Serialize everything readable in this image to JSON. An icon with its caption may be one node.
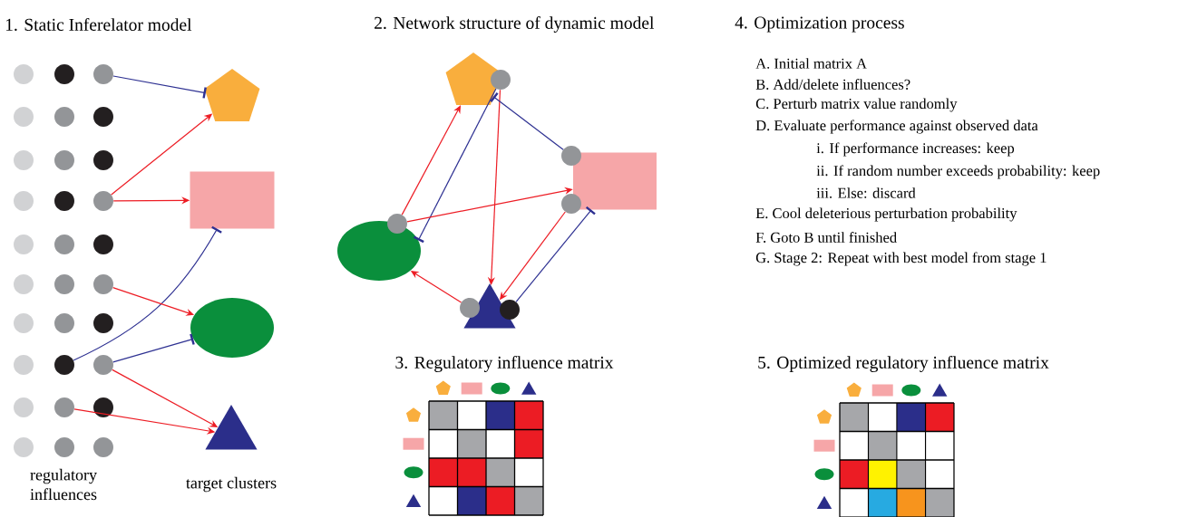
{
  "diagram": {
    "nodes": [
      {
        "text": [],
        "shape": "circle"
      },
      {
        "text": [],
        "shape": "circle"
      },
      {
        "text": [],
        "shape": "circle"
      },
      {
        "text": [],
        "shape": "circle"
      },
      {
        "text": [],
        "shape": "circle"
      },
      {
        "text": [],
        "shape": "circle"
      },
      {
        "text": [],
        "shape": "circle"
      },
      {
        "text": [],
        "shape": "circle"
      },
      {
        "text": [],
        "shape": "circle"
      },
      {
        "text": [],
        "shape": "circle"
      },
      {
        "text": [],
        "shape": "circle"
      },
      {
        "text": [],
        "shape": "circle"
      },
      {
        "text": [],
        "shape": "circle"
      },
      {
        "text": [],
        "shape": "circle"
      },
      {
        "text": [],
        "shape": "circle"
      },
      {
        "text": [],
        "shape": "circle"
      },
      {
        "text": [],
        "shape": "circle"
      },
      {
        "text": [],
        "shape": "circle"
      },
      {
        "text": [],
        "shape": "circle"
      },
      {
        "text": [],
        "shape": "circle"
      },
      {
        "text": [],
        "shape": "circle"
      },
      {
        "text": [],
        "shape": "circle"
      },
      {
        "text": [],
        "shape": "circle"
      },
      {
        "text": [],
        "shape": "circle"
      },
      {
        "text": [],
        "shape": "circle"
      },
      {
        "text": [],
        "shape": "circle"
      },
      {
        "text": [],
        "shape": "circle"
      },
      {
        "text": [],
        "shape": "circle"
      },
      {
        "text": [],
        "shape": "circle"
      },
      {
        "text": [],
        "shape": "circle"
      },
      {
        "text": [],
        "shape": "pentagon"
      },
      {
        "text": [],
        "shape": "box"
      },
      {
        "text": [],
        "shape": "ellipse"
      },
      {
        "text": [],
        "shape": "triangle"
      },
      {
        "text": [],
        "shape": "pentagon"
      },
      {
        "text": [],
        "shape": "circle"
      },
      {
        "text": [],
        "shape": "box"
      },
      {
        "text": [],
        "shape": "circle"
      },
      {
        "text": [],
        "shape": "circle"
      },
      {
        "text": [],
        "shape": "ellipse"
      },
      {
        "text": [],
        "shape": "circle"
      },
      {
        "text": [],
        "shape": "triangle"
      },
      {
        "text": [],
        "shape": "circle"
      },
      {
        "text": [],
        "shape": "circle"
      }
    ],
    "edges": [
      {
        "from": 2,
        "to": 30,
        "arrow": "other",
        "color": "#2e3192"
      },
      {
        "from": 11,
        "to": 30,
        "arrow": "to"
      },
      {
        "from": 11,
        "to": 31,
        "arrow": "to"
      },
      {
        "from": 22,
        "to": 31,
        "arrow": "other",
        "color": "#2e3192"
      },
      {
        "from": 17,
        "to": 32,
        "arrow": "to"
      },
      {
        "from": 23,
        "to": 32,
        "arrow": "other",
        "color": "#2e3192"
      },
      {
        "from": 23,
        "to": 33,
        "arrow": "to"
      },
      {
        "from": 25,
        "to": 33,
        "arrow": "to"
      },
      {
        "from": 40,
        "to": 34,
        "arrow": "to"
      },
      {
        "from": 35,
        "to": 39,
        "arrow": "other",
        "color": "#2e3192"
      },
      {
        "from": 35,
        "to": 41,
        "arrow": "to"
      },
      {
        "from": 37,
        "to": 34,
        "arrow": "other",
        "color": "#2e3192"
      },
      {
        "from": 40,
        "to": 36,
        "arrow": "to"
      },
      {
        "from": 38,
        "to": 41,
        "arrow": "to"
      },
      {
        "from": 43,
        "to": 36,
        "arrow": "other",
        "color": "#2e3192"
      },
      {
        "from": 42,
        "to": 39,
        "arrow": "to"
      }
    ],
    "labels": [
      "1. Static Inferelator model",
      "2. Network structure of dynamic model",
      "4. Optimization process",
      "A. Initial matrix A",
      "B. Add/delete influences?",
      "C. Perturb matrix value randomly",
      "D. Evaluate performance against observed data",
      "i. If performance increases: keep",
      "ii. If random number exceeds probability: keep",
      "iii. Else: discard",
      "E. Cool deleterious perturbation probability",
      "F. Goto B until finished",
      "G. Stage 2: Repeat with best model from stage 1",
      "3. Regulatory influence matrix",
      "5. Optimized regulatory influence matrix",
      "regulatory influences",
      "target clusters"
    ]
  }
}
